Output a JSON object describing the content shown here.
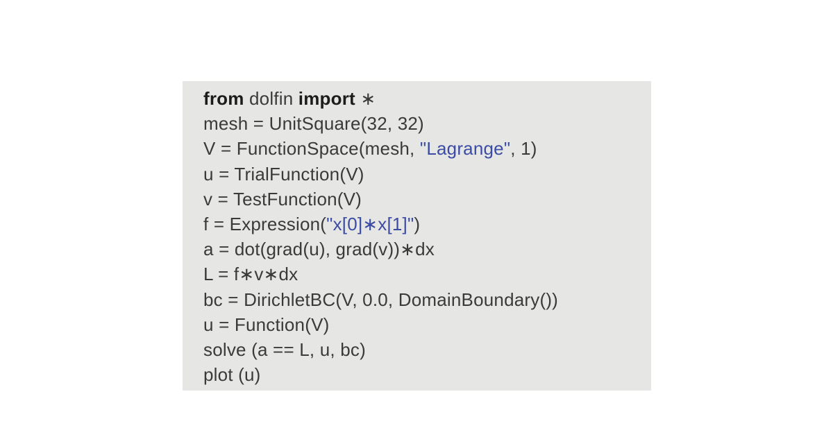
{
  "colors": {
    "page_background": "#ffffff",
    "panel_background": "#e6e6e5",
    "code_text": "#3a3a3a",
    "keyword_text": "#1c1c1c",
    "string_text": "#3c4ca5"
  },
  "code": {
    "language": "python-dolfin-listing",
    "lines": [
      [
        {
          "t": "from",
          "s": "kw"
        },
        {
          "t": " dolfin "
        },
        {
          "t": "import",
          "s": "kw"
        },
        {
          "t": " ∗"
        }
      ],
      [
        {
          "t": "mesh = UnitSquare(32, 32)"
        }
      ],
      [
        {
          "t": "V = FunctionSpace(mesh, "
        },
        {
          "t": "\"Lagrange\"",
          "s": "str"
        },
        {
          "t": ", 1)"
        }
      ],
      [
        {
          "t": "u = TrialFunction(V)"
        }
      ],
      [
        {
          "t": "v = TestFunction(V)"
        }
      ],
      [
        {
          "t": "f = Expression("
        },
        {
          "t": "\"x[0]∗x[1]\"",
          "s": "str"
        },
        {
          "t": ")"
        }
      ],
      [
        {
          "t": "a = dot(grad(u), grad(v))∗dx"
        }
      ],
      [
        {
          "t": "L = f∗v∗dx"
        }
      ],
      [
        {
          "t": "bc = DirichletBC(V, 0.0, DomainBoundary())"
        }
      ],
      [
        {
          "t": "u = Function(V)"
        }
      ],
      [
        {
          "t": "solve (a == L, u, bc)"
        }
      ],
      [
        {
          "t": "plot (u)"
        }
      ]
    ]
  }
}
